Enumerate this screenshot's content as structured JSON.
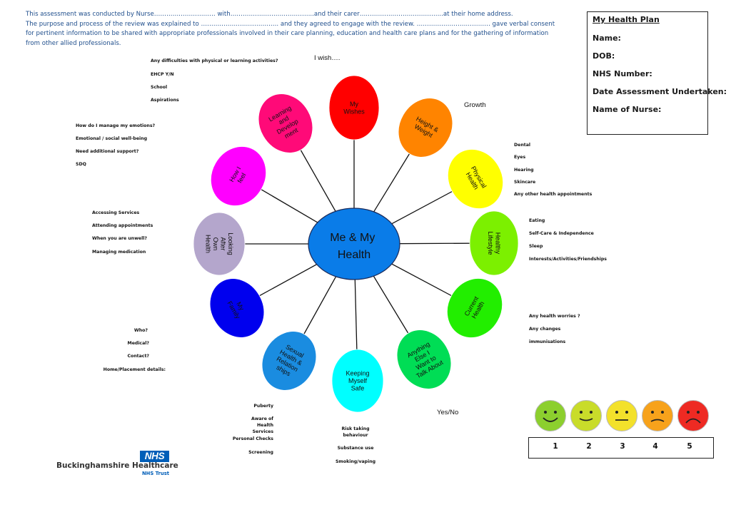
{
  "intro": {
    "line1": "This assessment was conducted by Nurse…………………………  with…………………………………..and their carer…………………………………..at their home address.",
    "line2": "The purpose and process of the review was explained to ……………………………….. and they agreed to engage with the review.   ……………………………… gave verbal consent",
    "line3": "for pertinent information to be shared with appropriate professionals involved in their care planning, education and health care plans and for the gathering of information",
    "line4": "from other allied professionals."
  },
  "health_plan": {
    "title": "My Health Plan",
    "name_label": "Name:",
    "dob_label": "DOB:",
    "nhs_number_label": "NHS Number:",
    "date_label": "Date Assessment Undertaken:",
    "nurse_label": "Name of Nurse:"
  },
  "center": {
    "line1": "Me & My",
    "line2": "Health",
    "color": "#0a7ce8"
  },
  "petals": [
    {
      "id": "wishes",
      "lines": [
        "My",
        "Wishes"
      ],
      "color": "#ff0000"
    },
    {
      "id": "height-weight",
      "lines": [
        "Height &",
        "Weight"
      ],
      "color": "#ff8400"
    },
    {
      "id": "physical-health",
      "lines": [
        "Physical",
        "Health"
      ],
      "color": "#ffff00"
    },
    {
      "id": "healthy-lifestyle",
      "lines": [
        "Healthy",
        "Lifestyle"
      ],
      "color": "#7cf000"
    },
    {
      "id": "current-health",
      "lines": [
        "Current",
        "Health"
      ],
      "color": "#22ee00"
    },
    {
      "id": "anything-else",
      "lines": [
        "Anything",
        "Else I",
        "Want to",
        "Talk About"
      ],
      "color": "#00dd55"
    },
    {
      "id": "keeping-safe",
      "lines": [
        "Keeping",
        "Myself",
        "Safe"
      ],
      "color": "#00ffff"
    },
    {
      "id": "sexual-health",
      "lines": [
        "Sexual",
        "Health &",
        "Relation",
        "ships"
      ],
      "color": "#1a8ce0"
    },
    {
      "id": "my-family",
      "lines": [
        "My",
        "Family"
      ],
      "color": "#0000ee"
    },
    {
      "id": "looking-after",
      "lines": [
        "Looking",
        "After",
        "Own",
        "Health"
      ],
      "color": "#b4a6cc"
    },
    {
      "id": "how-i-feel",
      "lines": [
        "How I",
        "feel"
      ],
      "color": "#ff00ff"
    },
    {
      "id": "learning",
      "lines": [
        "Learning",
        "and",
        "Develop",
        "ment"
      ],
      "color": "#ff0a78"
    }
  ],
  "prompts": {
    "i_wish": "I wish….",
    "growth": "Growth",
    "yes_no": "Yes/No",
    "learning": [
      "Any difficulties with physical or learning activities?",
      "EHCP Y/N",
      "School",
      "Aspirations"
    ],
    "feel": [
      "How do I manage my emotions?",
      "Emotional / social well-being",
      "Need additional support?",
      "SDQ"
    ],
    "looking_after": [
      "Accessing Services",
      "Attending appointments",
      "When you are unwell?",
      "Managing medication"
    ],
    "family": [
      "Who?",
      "Medical?",
      "Contact?",
      "Home/Placement details:"
    ],
    "sexual": [
      "Puberty",
      "Aware of Health Services",
      "Personal Checks",
      "Screening"
    ],
    "safe": [
      "Risk taking behaviour",
      "Substance use",
      "Smoking/vaping"
    ],
    "physical": [
      "Dental",
      "Eyes",
      "Hearing",
      "Skincare",
      "Any other health appointments"
    ],
    "lifestyle": [
      "Eating",
      "Self-Care & Independence",
      "Sleep",
      "Interests/Activities/Friendships"
    ],
    "current": [
      "Any health worries ?",
      "Any changes",
      "immunisations"
    ]
  },
  "rating": {
    "numbers": [
      "1",
      "2",
      "3",
      "4",
      "5"
    ],
    "face_icons": [
      "happy-face-icon",
      "smile-face-icon",
      "neutral-face-icon",
      "sad-face-icon",
      "very-sad-face-icon"
    ],
    "face_colors": [
      "#8ccf2e",
      "#c9dc2a",
      "#f3e12b",
      "#f7a21b",
      "#ee2a23"
    ]
  },
  "footer": {
    "nhs_logo": "NHS",
    "organisation": "Buckinghamshire Healthcare",
    "trust": "NHS Trust"
  }
}
